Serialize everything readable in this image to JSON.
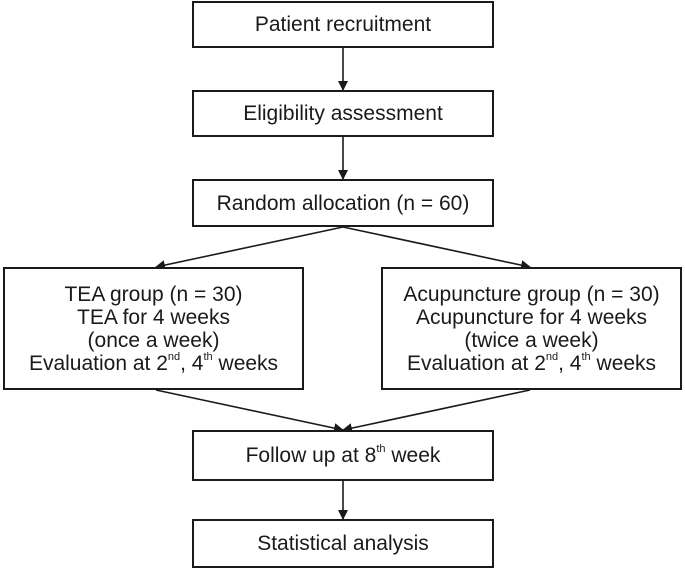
{
  "diagram": {
    "recruitment": "Patient recruitment",
    "eligibility": "Eligibility assessment",
    "allocation": "Random allocation (n = 60)",
    "tea_group": {
      "title": "TEA group (n = 30)",
      "treatment": "TEA for 4 weeks",
      "frequency": "(once a week)",
      "eval_prefix": "Evaluation at 2",
      "eval_sup1": "nd",
      "eval_mid": ", 4",
      "eval_sup2": "th",
      "eval_suffix": " weeks"
    },
    "acupuncture_group": {
      "title": "Acupuncture group (n = 30)",
      "treatment": "Acupuncture for 4 weeks",
      "frequency": "(twice a week)",
      "eval_prefix": "Evaluation at 2",
      "eval_sup1": "nd",
      "eval_mid": ", 4",
      "eval_sup2": "th",
      "eval_suffix": " weeks"
    },
    "followup": {
      "prefix": "Follow up at 8",
      "sup": "th",
      "suffix": " week"
    },
    "analysis": "Statistical analysis"
  }
}
